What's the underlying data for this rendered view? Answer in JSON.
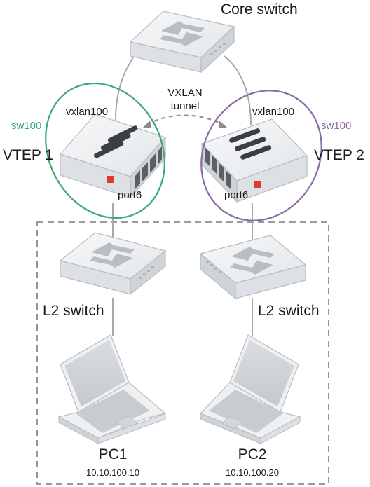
{
  "core_switch": {
    "label": "Core switch"
  },
  "tunnel": {
    "label_line1": "VXLAN",
    "label_line2": "tunnel"
  },
  "vtep1": {
    "label": "VTEP 1",
    "vxlan_label": "vxlan100",
    "port_label": "port6",
    "switch_label": "sw100",
    "switch_color": "#3aa878"
  },
  "vtep2": {
    "label": "VTEP 2",
    "vxlan_label": "vxlan100",
    "port_label": "port6",
    "switch_label": "sw100",
    "switch_color": "#8a6aa8"
  },
  "l2_left": {
    "label": "L2 switch"
  },
  "l2_right": {
    "label": "L2 switch"
  },
  "pc1": {
    "label": "PC1",
    "ip": "10.10.100.10"
  },
  "pc2": {
    "label": "PC2",
    "ip": "10.10.100.20"
  },
  "colors": {
    "link": "#a8a8a8",
    "dashed_box": "#7a7a7a",
    "device_body": "#eef0f2",
    "device_dark": "#3a3f47",
    "fortinet_red": "#e03a2f"
  }
}
